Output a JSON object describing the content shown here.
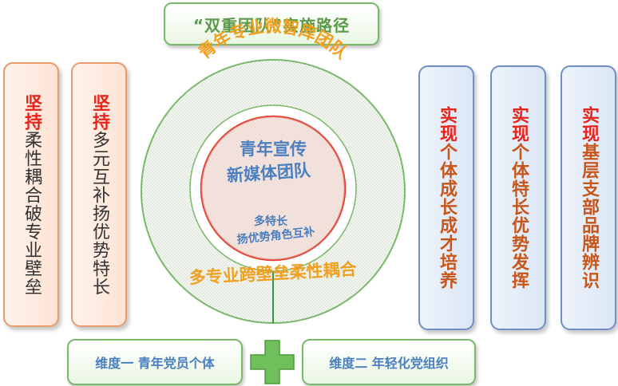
{
  "title": "“双重团队”实施路径",
  "left_columns": [
    {
      "highlight": "坚持",
      "text": "柔性耦合破专业壁垒"
    },
    {
      "highlight": "坚持",
      "text": "多元互补扬优势特长"
    }
  ],
  "right_columns": [
    {
      "highlight": "实现",
      "text": "个体成长成才培养"
    },
    {
      "highlight": "实现",
      "text": "个体特长优势发挥"
    },
    {
      "highlight": "实现",
      "text": "基层支部品牌辨识"
    }
  ],
  "circle": {
    "outer_label": "青年专业微智库团队",
    "inner_line1": "青年宣传",
    "inner_line2": "新媒体团队",
    "inner_small1": "多特长",
    "inner_small2": "扬优势角色互补",
    "bottom_label": "多专业跨壁垒柔性耦合"
  },
  "bottom": {
    "left": "维度一 青年党员个体",
    "right": "维度二 年轻化党组织",
    "plus": "plus-icon"
  },
  "colors": {
    "green": "#7ab86a",
    "orange_text": "#f0a020",
    "blue_text": "#4a7fc0",
    "red": "#e8241a"
  }
}
